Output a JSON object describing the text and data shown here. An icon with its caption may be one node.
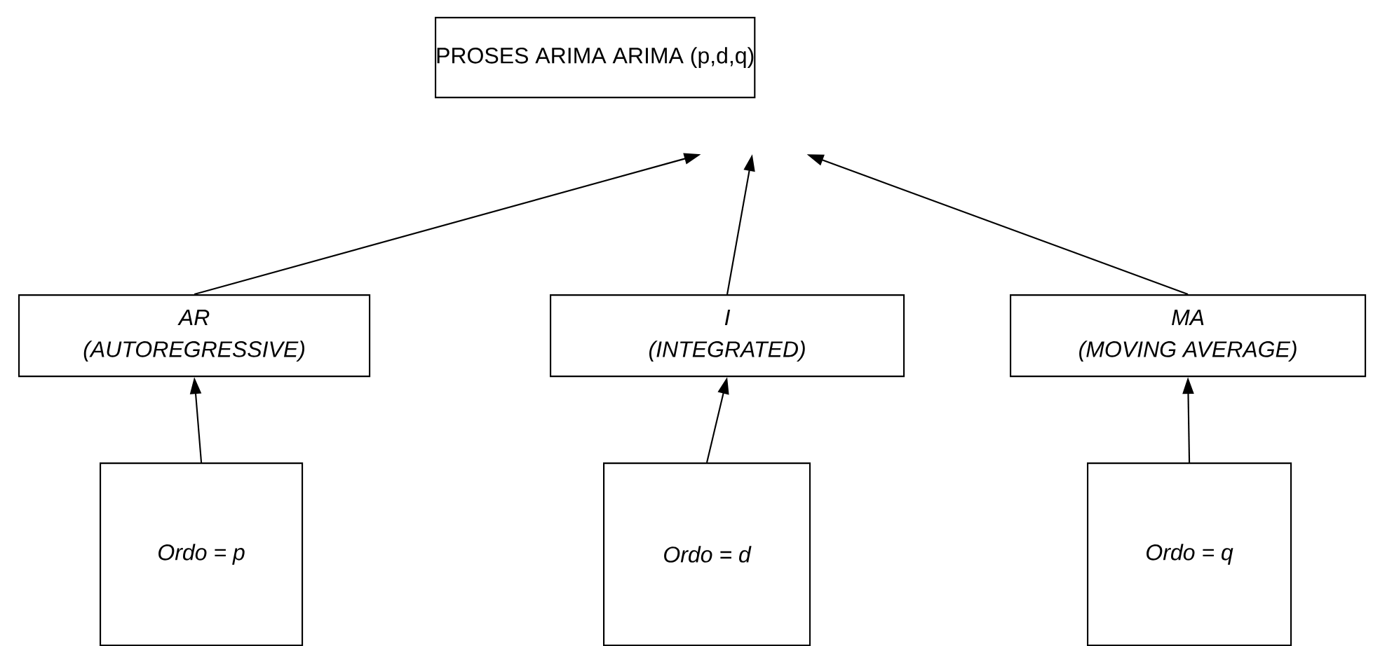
{
  "diagram": {
    "nodes": [
      {
        "text": [
          "PROSES ARIMA ARIMA (p,d,q)"
        ]
      },
      {
        "text": [
          "AR",
          "(AUTOREGRESSIVE)"
        ]
      },
      {
        "text": [
          "I",
          "(INTEGRATED)"
        ]
      },
      {
        "text": [
          "MA",
          "(MOVING AVERAGE)"
        ]
      },
      {
        "text": [
          "Ordo = p"
        ]
      },
      {
        "text": [
          "Ordo = d"
        ]
      },
      {
        "text": [
          "Ordo = q"
        ]
      }
    ],
    "edges": [
      {
        "from": 1,
        "to": 0,
        "arrow": "to"
      },
      {
        "from": 2,
        "to": 0,
        "arrow": "to"
      },
      {
        "from": 3,
        "to": 0,
        "arrow": "to"
      },
      {
        "from": 4,
        "to": 1,
        "arrow": "to"
      },
      {
        "from": 5,
        "to": 2,
        "arrow": "to"
      },
      {
        "from": 6,
        "to": 3,
        "arrow": "to"
      }
    ]
  }
}
